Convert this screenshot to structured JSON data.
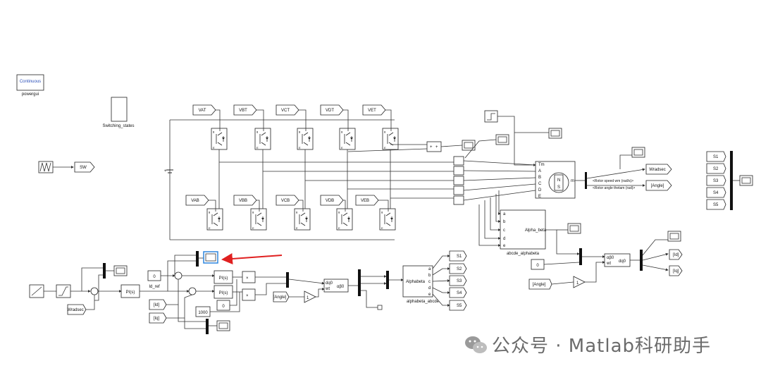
{
  "powergui": {
    "mode": "Continuous",
    "label": "powergui"
  },
  "switching_states_label": "Switching_states",
  "sw_tag": "SW",
  "upper_gotos": [
    "VAT",
    "VBT",
    "VCT",
    "VDT",
    "VET"
  ],
  "lower_gotos": [
    "VAB",
    "VBB",
    "VCB",
    "VDB",
    "VEB"
  ],
  "machine": {
    "ports_in": [
      "Tm",
      "A",
      "B",
      "C",
      "D",
      "E"
    ],
    "port_out": "m",
    "sym_n": "N",
    "sym_s": "S",
    "outputs": [
      "<Rotor speed wm (rad/s)>",
      "<Rotor angle thetam (rad)>"
    ]
  },
  "gotos_right": [
    "Wradsec",
    "[Angle]"
  ],
  "s_bus": [
    "S1",
    "S2",
    "S3",
    "S4",
    "S5"
  ],
  "abcde_block": {
    "ports": [
      "a",
      "b",
      "c",
      "d",
      "e"
    ],
    "title": "Alpha_beta",
    "label": "abcde_alphabeta"
  },
  "dq_block": {
    "port1": "αβ0",
    "port2": "wt",
    "out": "dq0"
  },
  "right_const": "0",
  "angle_tag": "[Angle]",
  "gain": "1",
  "id_iq_tags": [
    "[Id]",
    "[Iq]"
  ],
  "speed_from": "Wradsec",
  "pi_blocks": [
    "PI(s)",
    "PI(s)",
    "PI(s)"
  ],
  "id_ref": {
    "value": "0",
    "label": "Id_ref"
  },
  "from_id_iq": [
    "[Id]",
    "[Iq]"
  ],
  "const_1000": "1000",
  "const_0": "0",
  "dq0_block": {
    "in1": "dq0",
    "in2": "wt",
    "out": "αβ0"
  },
  "inv_block": {
    "in": "Alphabeta",
    "ports": [
      "a",
      "b",
      "c",
      "d",
      "e"
    ],
    "label": "alphabeta_abcde"
  },
  "s_out": [
    "S1",
    "S2",
    "S3",
    "S4",
    "S5"
  ],
  "watermark": "公众号 · Matlab科研助手"
}
